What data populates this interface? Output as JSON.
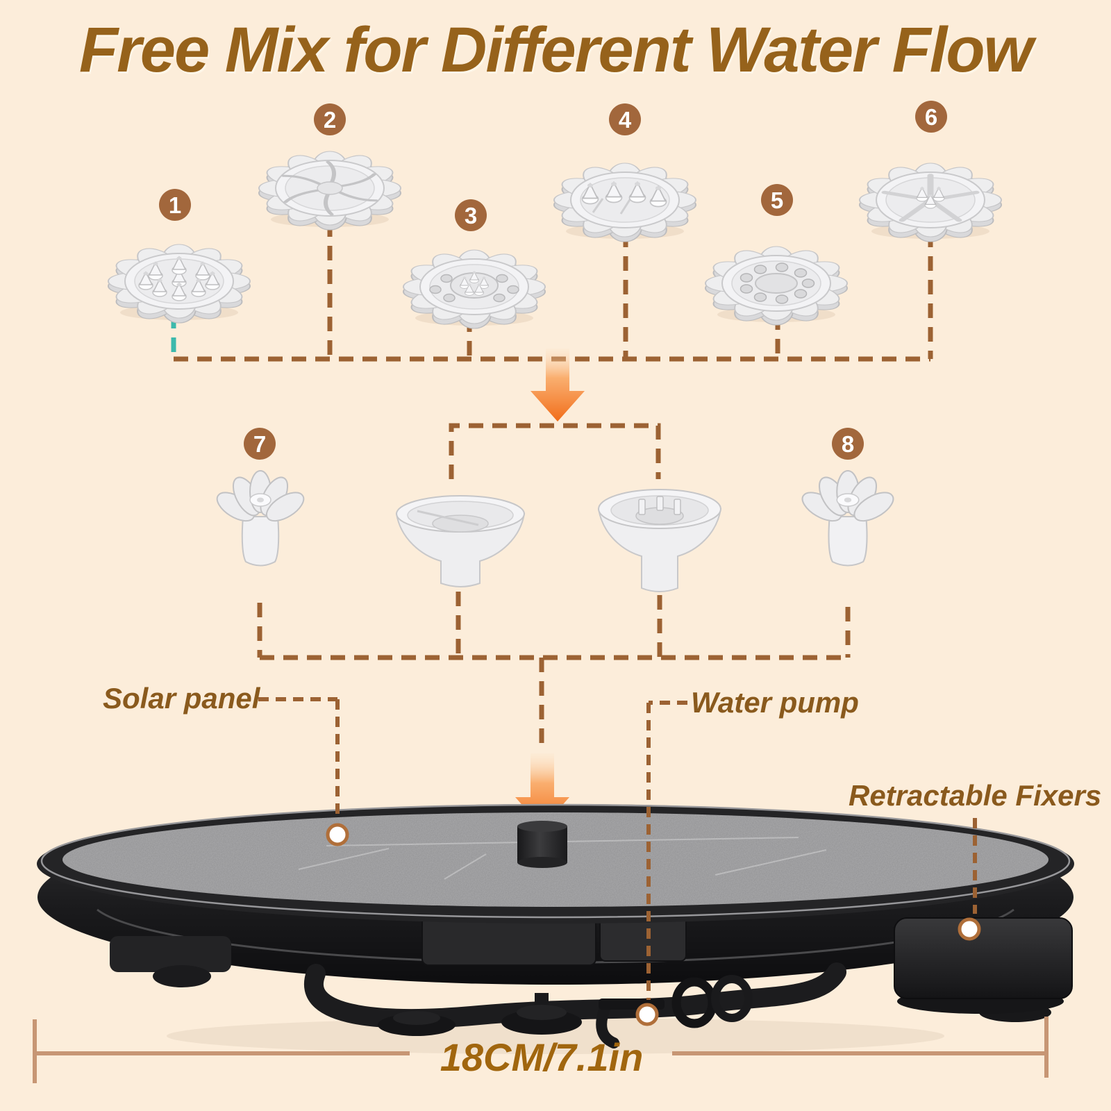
{
  "title": "Free Mix for Different Water Flow",
  "spray_heads": [
    {
      "number": "1"
    },
    {
      "number": "2"
    },
    {
      "number": "3"
    },
    {
      "number": "4"
    },
    {
      "number": "5"
    },
    {
      "number": "6"
    },
    {
      "number": "7"
    },
    {
      "number": "8"
    }
  ],
  "callouts": {
    "solar_panel": "Solar panel",
    "water_pump": "Water pump",
    "retractable_fixers": "Retractable Fixers"
  },
  "dimension": {
    "label": "18CM/7.1in"
  },
  "colors": {
    "background": "#fcedda",
    "title": "#96621b",
    "badge": "#a2673c",
    "connector_brown": "#9c6233",
    "connector_teal": "#3cb9ac",
    "arrow_orange": "#f2711d",
    "dimension_line": "#c79674",
    "dimension_text": "#a1660e"
  }
}
